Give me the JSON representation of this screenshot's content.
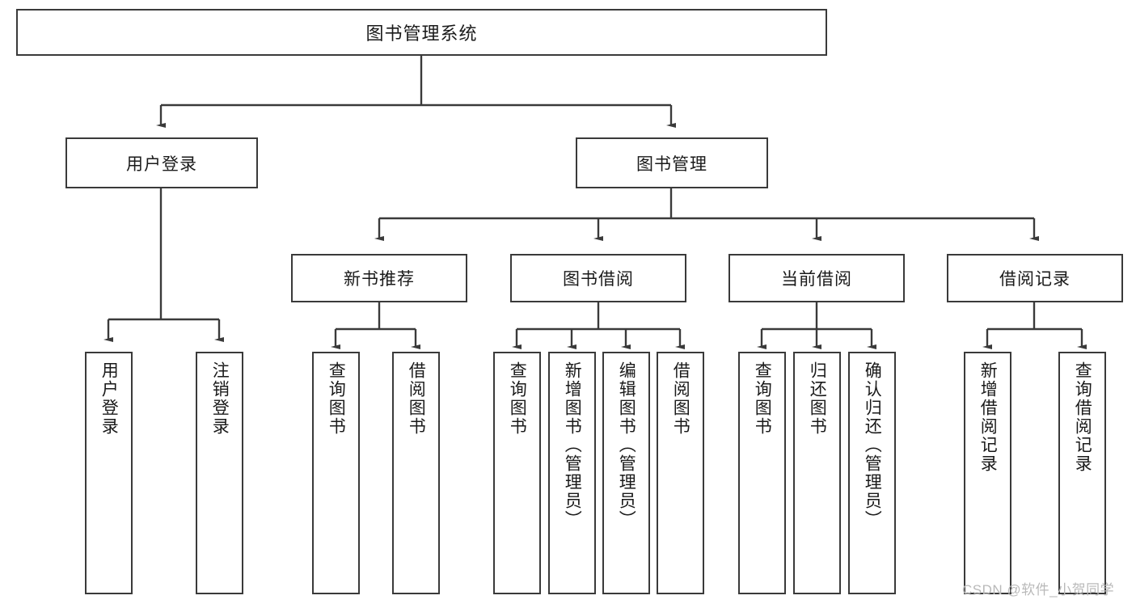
{
  "diagram": {
    "type": "tree",
    "title": "图书管理系统",
    "root": {
      "label": "图书管理系统"
    },
    "level2": [
      {
        "label": "用户登录"
      },
      {
        "label": "图书管理"
      }
    ],
    "level3": [
      {
        "label": "新书推荐"
      },
      {
        "label": "图书借阅"
      },
      {
        "label": "当前借阅"
      },
      {
        "label": "借阅记录"
      }
    ],
    "leaves": {
      "user_login": [
        {
          "label": "用户登录"
        },
        {
          "label": "注销登录"
        }
      ],
      "new_book_recommend": [
        {
          "label": "查询图书"
        },
        {
          "label": "借阅图书"
        }
      ],
      "book_borrow": [
        {
          "label": "查询图书"
        },
        {
          "label": "新增图书（管理员）"
        },
        {
          "label": "编辑图书（管理员）"
        },
        {
          "label": "借阅图书"
        }
      ],
      "current_borrow": [
        {
          "label": "查询图书"
        },
        {
          "label": "归还图书"
        },
        {
          "label": "确认归还（管理员）"
        }
      ],
      "borrow_record": [
        {
          "label": "新增借阅记录"
        },
        {
          "label": "查询借阅记录"
        }
      ]
    }
  },
  "watermark": {
    "text": "CSDN @软件_小贺同学"
  },
  "colors": {
    "stroke": "#3a3a3a",
    "text": "#1a1a1a",
    "background": "#ffffff",
    "watermark": "#b9b9b9"
  }
}
